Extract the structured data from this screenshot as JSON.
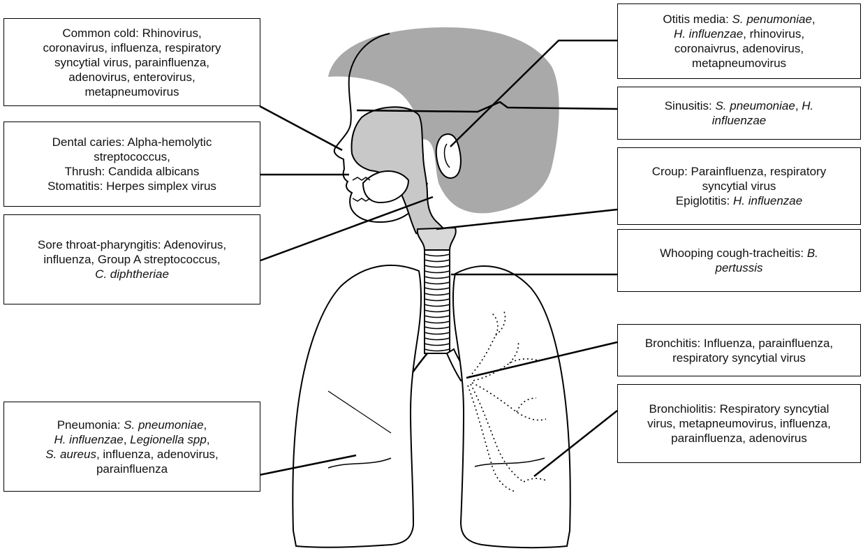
{
  "colors": {
    "line": "#000000",
    "brain": "#a9a9a9",
    "airway": "#c8c8c8",
    "background": "#ffffff"
  },
  "labels": {
    "common_cold": {
      "lines": [
        [
          {
            "t": "Common cold: Rhinovirus,"
          }
        ],
        [
          {
            "t": "coronavirus, influenza, respiratory"
          }
        ],
        [
          {
            "t": "syncytial virus, parainfluenza,"
          }
        ],
        [
          {
            "t": "adenovirus, enterovirus,"
          }
        ],
        [
          {
            "t": "metapneumovirus"
          }
        ]
      ]
    },
    "dental": {
      "lines": [
        [
          {
            "t": "Dental caries: Alpha-hemolytic"
          }
        ],
        [
          {
            "t": "streptococcus,"
          }
        ],
        [
          {
            "t": "Thrush: Candida albicans"
          }
        ],
        [
          {
            "t": "Stomatitis: Herpes simplex virus"
          }
        ]
      ]
    },
    "sore_throat": {
      "lines": [
        [
          {
            "t": "Sore throat-pharyngitis: Adenovirus,"
          }
        ],
        [
          {
            "t": "influenza, Group A streptococcus,"
          }
        ],
        [
          {
            "t": "C. diphtheriae",
            "i": true
          }
        ]
      ]
    },
    "pneumonia": {
      "lines": [
        [
          {
            "t": "Pneumonia: "
          },
          {
            "t": "S. pneumoniae",
            "i": true
          },
          {
            "t": ","
          }
        ],
        [
          {
            "t": "H. influenzae",
            "i": true
          },
          {
            "t": ", "
          },
          {
            "t": "Legionella spp",
            "i": true
          },
          {
            "t": ","
          }
        ],
        [
          {
            "t": "S. aureus",
            "i": true
          },
          {
            "t": ", influenza, adenovirus,"
          }
        ],
        [
          {
            "t": "parainfluenza"
          }
        ]
      ]
    },
    "otitis": {
      "lines": [
        [
          {
            "t": "Otitis media: "
          },
          {
            "t": "S. penumoniae",
            "i": true
          },
          {
            "t": ","
          }
        ],
        [
          {
            "t": "H. influenzae",
            "i": true
          },
          {
            "t": ", rhinovirus,"
          }
        ],
        [
          {
            "t": "coronaivrus, adenovirus,"
          }
        ],
        [
          {
            "t": "metapneumovirus"
          }
        ]
      ]
    },
    "sinusitis": {
      "lines": [
        [
          {
            "t": "Sinusitis: "
          },
          {
            "t": "S. pneumoniae",
            "i": true
          },
          {
            "t": ", "
          },
          {
            "t": "H.",
            "i": true
          }
        ],
        [
          {
            "t": "influenzae",
            "i": true
          }
        ]
      ]
    },
    "croup": {
      "lines": [
        [
          {
            "t": "Croup: Parainfluenza, respiratory"
          }
        ],
        [
          {
            "t": "syncytial virus"
          }
        ],
        [
          {
            "t": "Epiglotitis: "
          },
          {
            "t": "H. influenzae",
            "i": true
          }
        ]
      ]
    },
    "whooping": {
      "lines": [
        [
          {
            "t": "Whooping cough-tracheitis: "
          },
          {
            "t": "B.",
            "i": true
          }
        ],
        [
          {
            "t": "pertussis",
            "i": true
          }
        ]
      ]
    },
    "bronchitis": {
      "lines": [
        [
          {
            "t": "Bronchitis: Influenza, parainfluenza,"
          }
        ],
        [
          {
            "t": "respiratory syncytial virus"
          }
        ]
      ]
    },
    "bronchiolitis": {
      "lines": [
        [
          {
            "t": "Bronchiolitis: Respiratory syncytial"
          }
        ],
        [
          {
            "t": "virus, metapneumovirus, influenza,"
          }
        ],
        [
          {
            "t": "parainfluenza, adenovirus"
          }
        ]
      ]
    }
  }
}
